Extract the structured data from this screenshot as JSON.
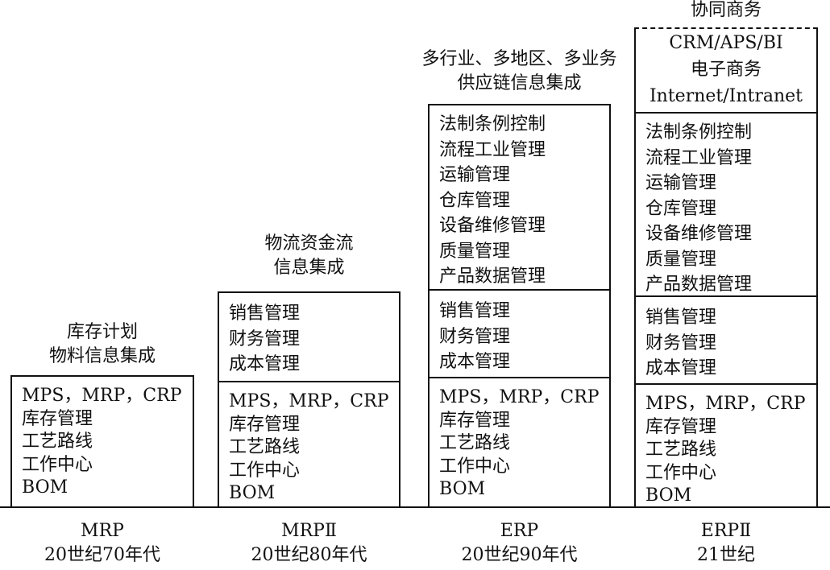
{
  "columns": [
    {
      "name": "MRP",
      "era": "20世纪70年代",
      "heading": [
        "库存计划",
        "物料信息集成"
      ],
      "sections": [
        {
          "lines": [
            "MPS，MRP，CRP",
            "库存管理",
            "工艺路线",
            "工作中心",
            "BOM"
          ]
        }
      ]
    },
    {
      "name": "MRPⅡ",
      "era": "20世纪80年代",
      "heading": [
        "物流资金流",
        "信息集成"
      ],
      "sections": [
        {
          "lines": [
            "销售管理",
            "财务管理",
            "成本管理"
          ]
        },
        {
          "lines": [
            "MPS，MRP，CRP",
            "库存管理",
            "工艺路线",
            "工作中心",
            "BOM"
          ]
        }
      ]
    },
    {
      "name": "ERP",
      "era": "20世纪90年代",
      "heading": [
        "多行业、多地区、多业务",
        "供应链信息集成"
      ],
      "sections": [
        {
          "lines": [
            "法制条例控制",
            "流程工业管理",
            "运输管理",
            "仓库管理",
            "设备维修管理",
            "质量管理",
            "产品数据管理"
          ]
        },
        {
          "lines": [
            "销售管理",
            "财务管理",
            "成本管理"
          ]
        },
        {
          "lines": [
            "MPS，MRP，CRP",
            "库存管理",
            "工艺路线",
            "工作中心",
            "BOM"
          ]
        }
      ]
    },
    {
      "name": "ERPⅡ",
      "era": "21世纪",
      "heading": [
        "协同商务"
      ],
      "sections": [
        {
          "lines": [
            "CRM/APS/BI",
            "电子商务",
            "Internet/Intranet"
          ]
        },
        {
          "lines": [
            "法制条例控制",
            "流程工业管理",
            "运输管理",
            "仓库管理",
            "设备维修管理",
            "质量管理",
            "产品数据管理"
          ]
        },
        {
          "lines": [
            "销售管理",
            "财务管理",
            "成本管理"
          ]
        },
        {
          "lines": [
            "MPS，MRP，CRP",
            "库存管理",
            "工艺路线",
            "工作中心",
            "BOM"
          ]
        }
      ]
    }
  ]
}
